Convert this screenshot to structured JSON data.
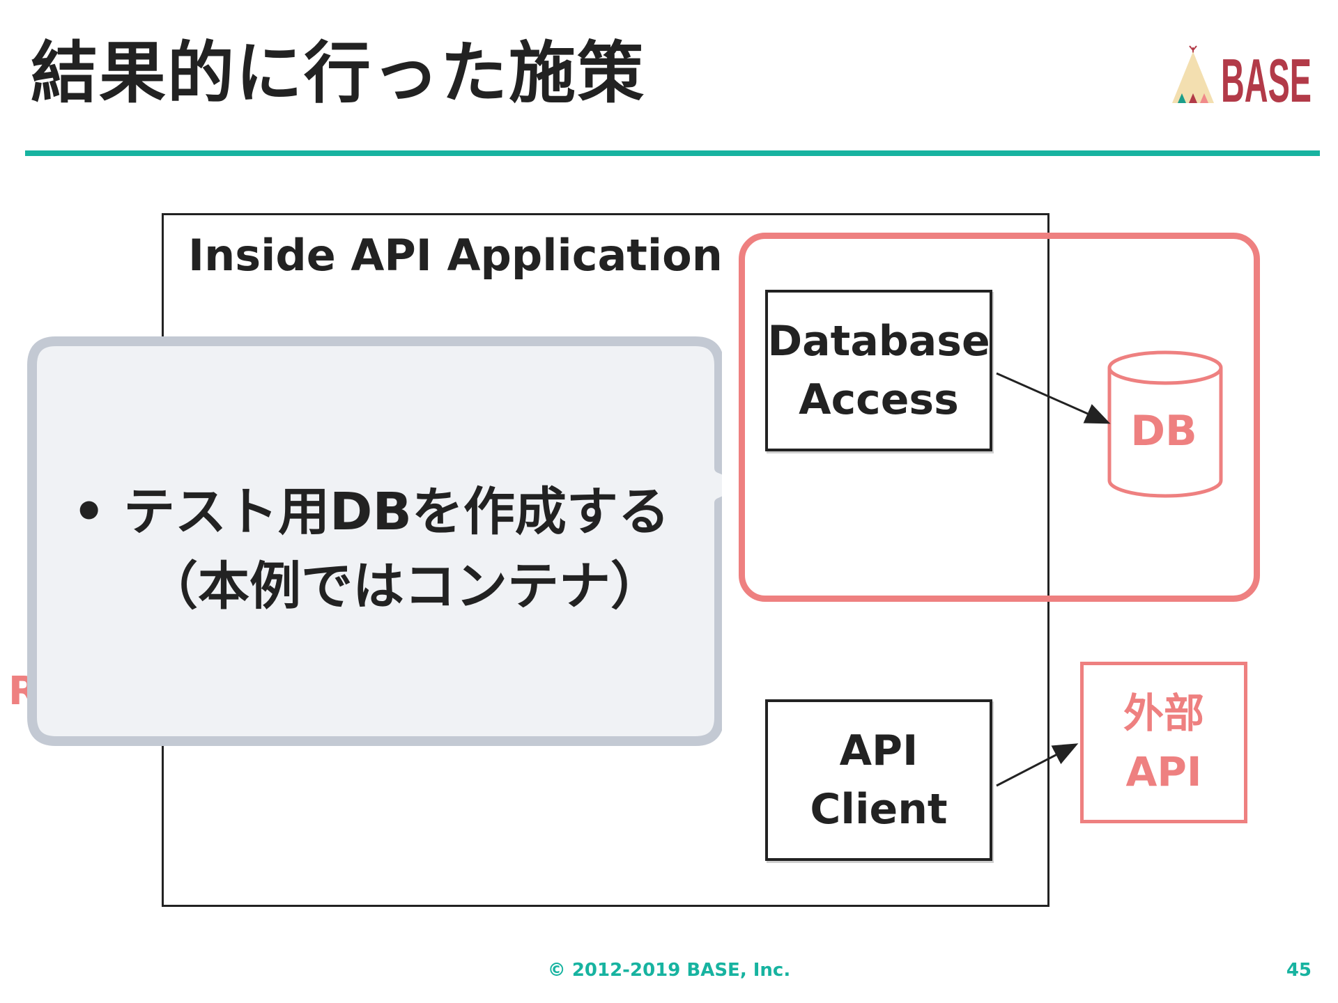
{
  "slide": {
    "title": "結果的に行った施策",
    "logo_text": "BASE",
    "page_number": "45",
    "copyright": "© 2012-2019 BASE, Inc."
  },
  "diagram": {
    "app_container_label": "Inside API Application",
    "database_access": {
      "line1": "Database",
      "line2": "Access"
    },
    "api_client": {
      "line1": "API",
      "line2": "Client"
    },
    "db_label": "DB",
    "external_api": {
      "line1": "外部",
      "line2": "API"
    },
    "hidden_label_fragment": "R"
  },
  "callout": {
    "line1": "テスト用DBを作成する",
    "line2": "（本例ではコンテナ）"
  },
  "colors": {
    "accent_teal": "#17b3a0",
    "highlight_red": "#ee8080",
    "callout_fill": "#f0f2f5",
    "callout_border": "#c3c9d3",
    "text_dark": "#222222"
  }
}
